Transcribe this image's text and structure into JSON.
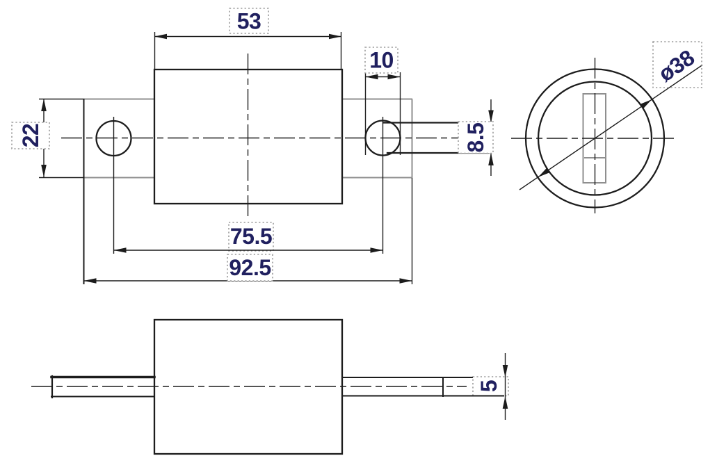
{
  "drawing": {
    "type": "engineering-dimension-drawing",
    "dimensions": {
      "body_width": "53",
      "flange_height": "22",
      "hole_diameter": "10",
      "terminal_height": "8.5",
      "hole_spacing": "75.5",
      "overall_length": "92.5",
      "body_diameter": "ø38",
      "terminal_thickness": "5"
    },
    "colors": {
      "outline": "#1c1c1c",
      "secondary_outline": "#8f8f8f",
      "dimension_text": "#20205f",
      "annotation_box_border": "#9b9b9b",
      "background": "#ffffff"
    }
  }
}
